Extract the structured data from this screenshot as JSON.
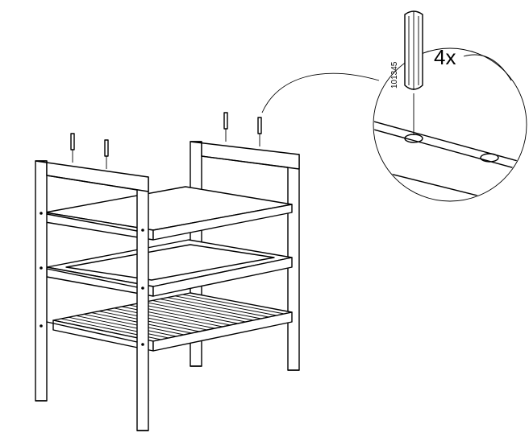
{
  "callout": {
    "quantity_label": "4x",
    "part_number": "101345"
  },
  "parts": {
    "dowel_count": 4
  },
  "icons": {
    "dowel": "wooden-dowel-icon",
    "hole": "dowel-hole-icon"
  },
  "colors": {
    "line": "#000000",
    "background": "#ffffff"
  }
}
